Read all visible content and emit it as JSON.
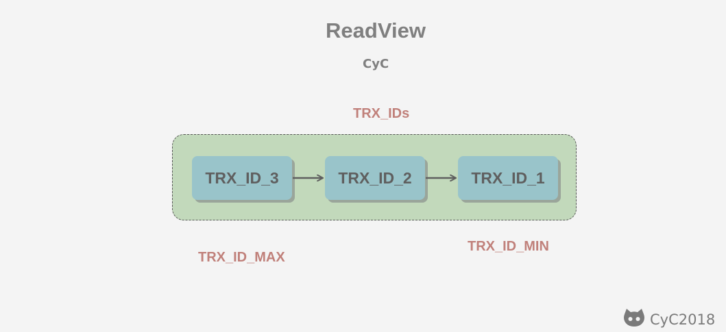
{
  "title": "ReadView",
  "subtitle": "CyC",
  "group_label": "TRX_IDs",
  "nodes": [
    "TRX_ID_3",
    "TRX_ID_2",
    "TRX_ID_1"
  ],
  "max_label": "TRX_ID_MAX",
  "min_label": "TRX_ID_MIN",
  "watermark": {
    "text": "CyC2018",
    "icon": "github-cat-icon"
  },
  "colors": {
    "background": "#f4f4f4",
    "group_fill": "#c2d9bb",
    "node_fill": "#99c4ca",
    "label_color": "#c0807a",
    "text_gray": "#7f7f7f"
  }
}
